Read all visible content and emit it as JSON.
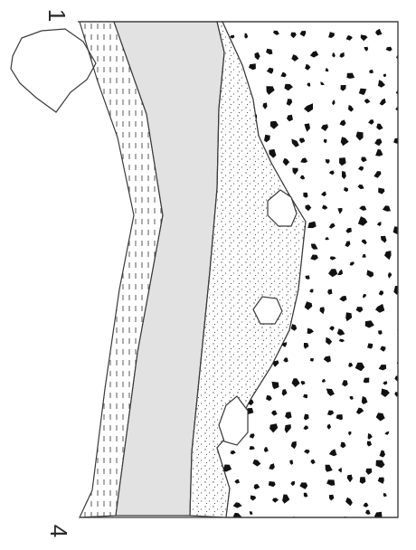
{
  "labels": {
    "top": "1",
    "bottom": "4"
  },
  "layers": [
    {
      "name": "striped-clay-layer",
      "pattern": "dashes"
    },
    {
      "name": "gray-soil-layer",
      "color": "#e2e2e2"
    },
    {
      "name": "fine-sand-layer",
      "pattern": "fine-dots"
    },
    {
      "name": "gravel-layer",
      "pattern": "black-flecks"
    }
  ],
  "colors": {
    "outline": "#3a3a3a",
    "gray_fill": "#e2e2e2",
    "fleck": "#111111"
  }
}
